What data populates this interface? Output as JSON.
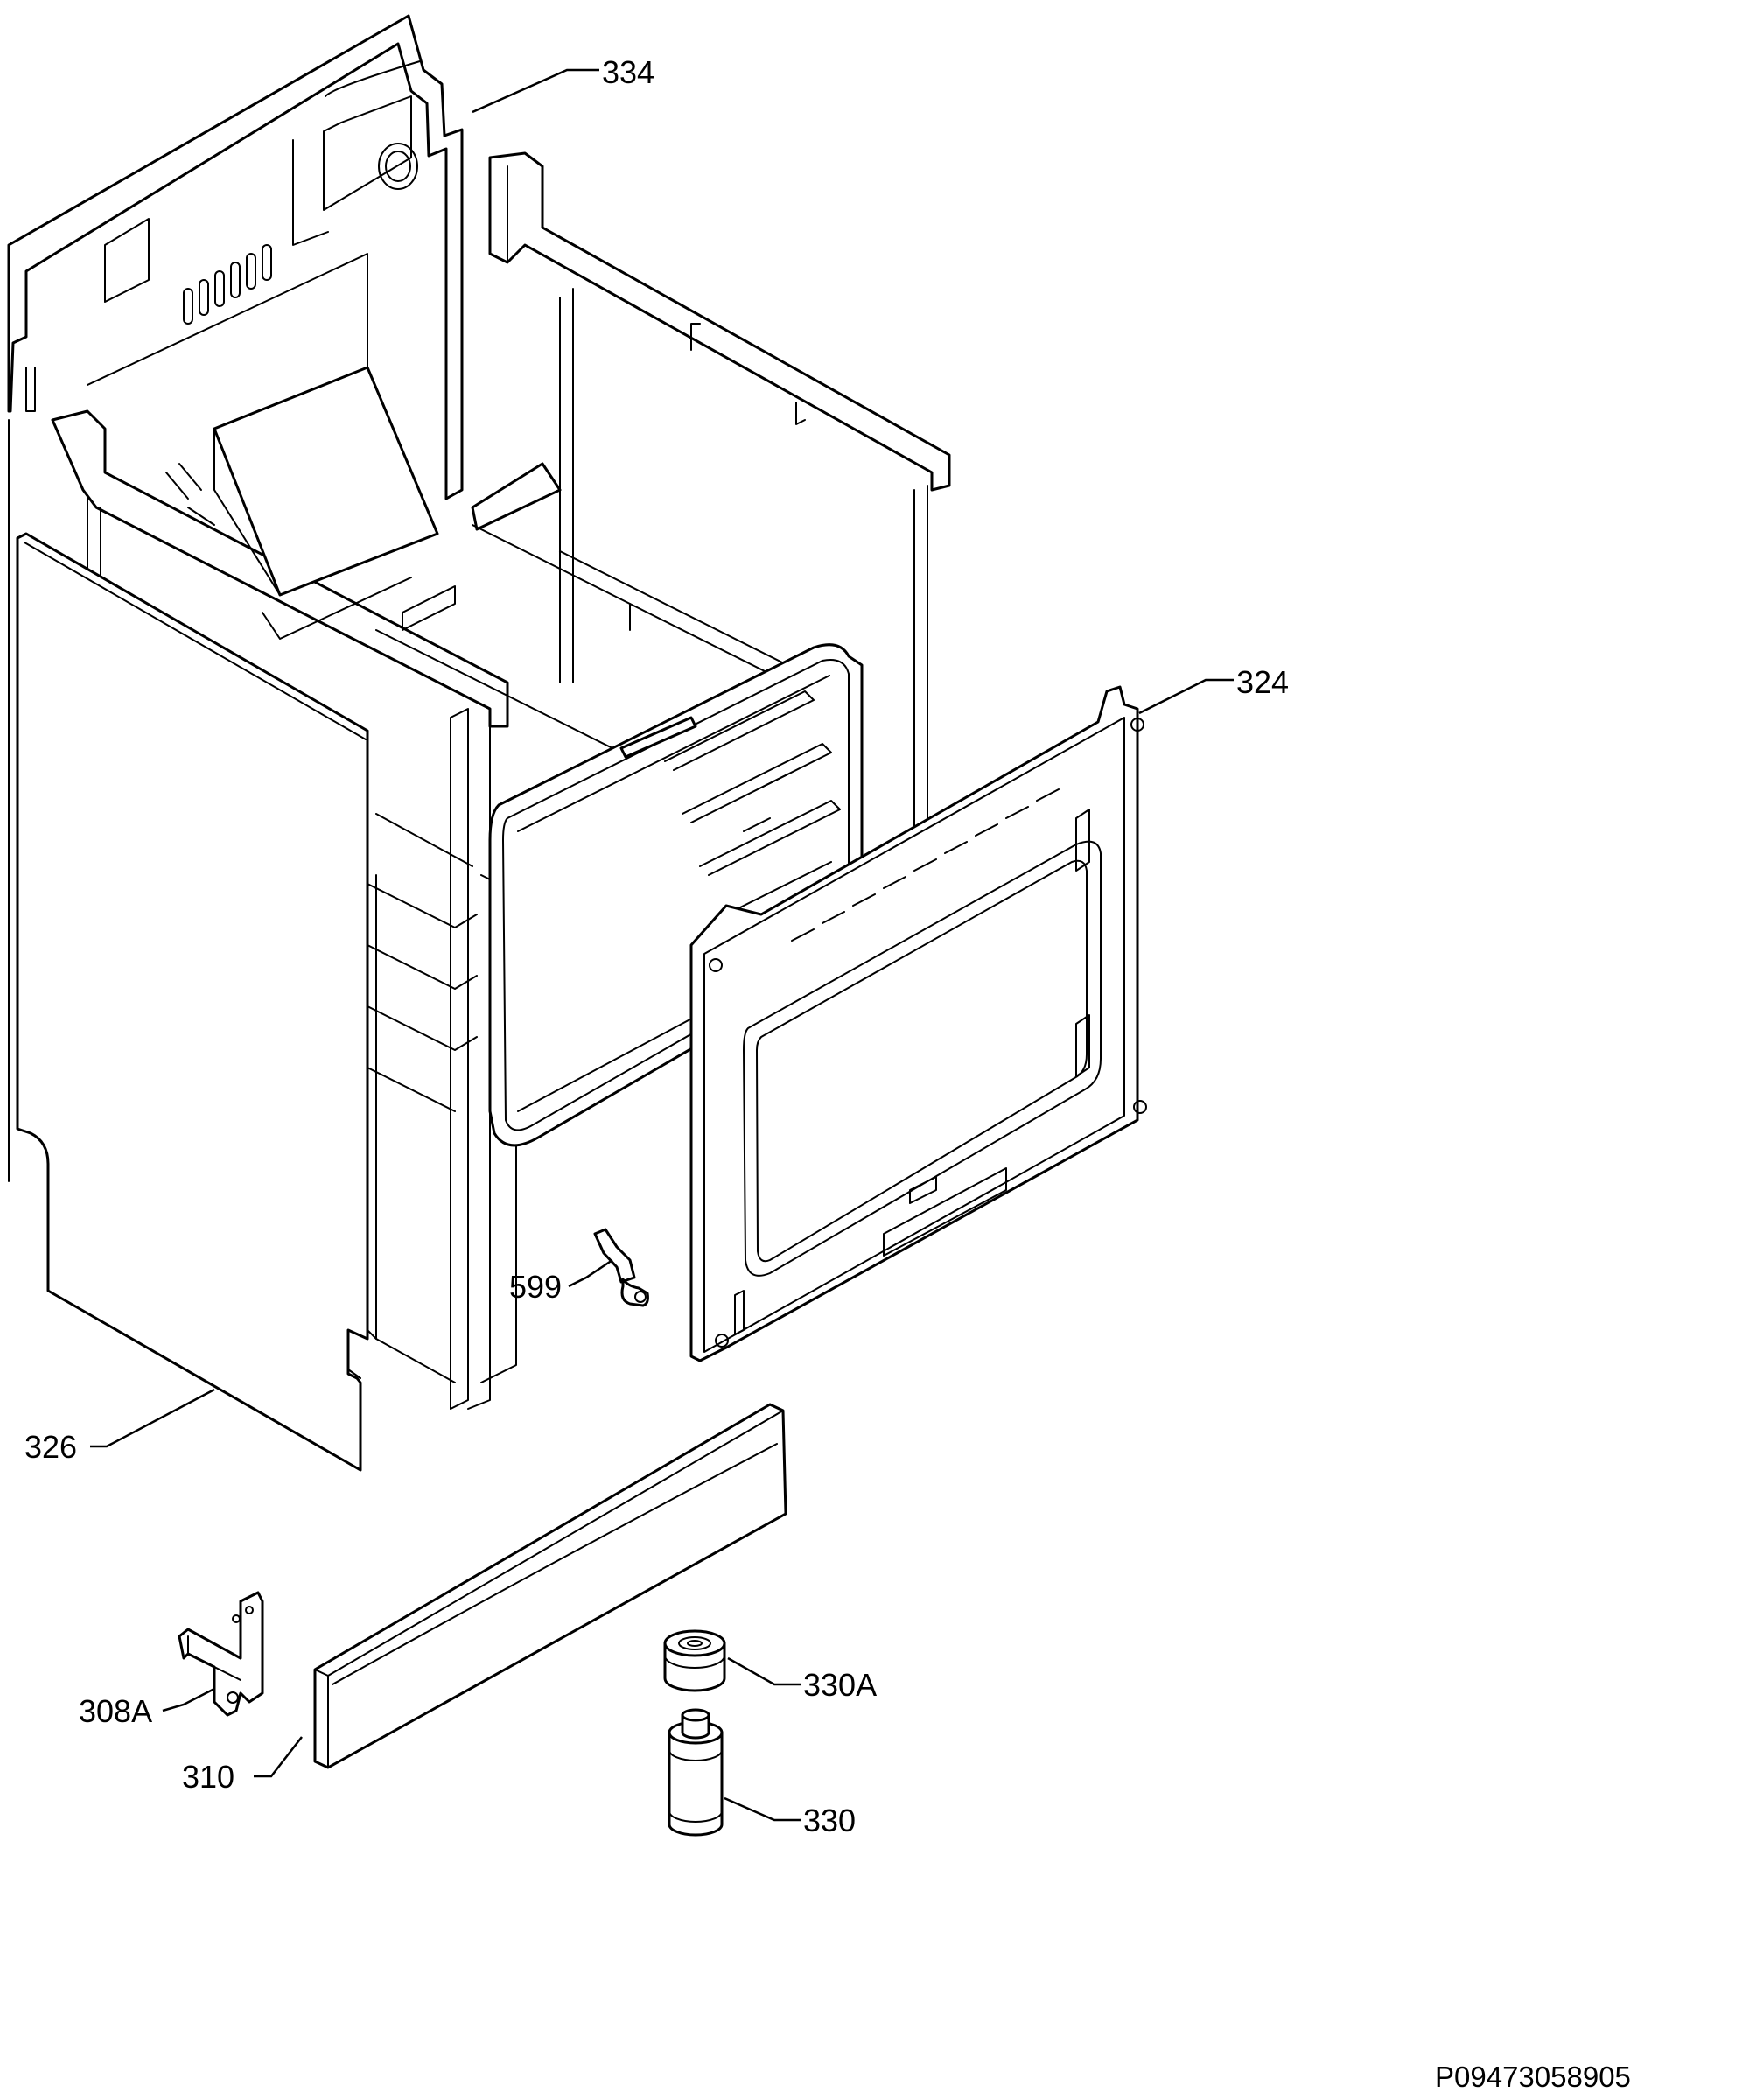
{
  "diagram": {
    "callouts": [
      {
        "id": "334",
        "label": "334"
      },
      {
        "id": "324",
        "label": "324"
      },
      {
        "id": "599",
        "label": "599"
      },
      {
        "id": "326",
        "label": "326"
      },
      {
        "id": "308A",
        "label": "308A"
      },
      {
        "id": "310",
        "label": "310"
      },
      {
        "id": "330A",
        "label": "330A"
      },
      {
        "id": "330",
        "label": "330"
      }
    ],
    "document_id": "P09473058905"
  }
}
